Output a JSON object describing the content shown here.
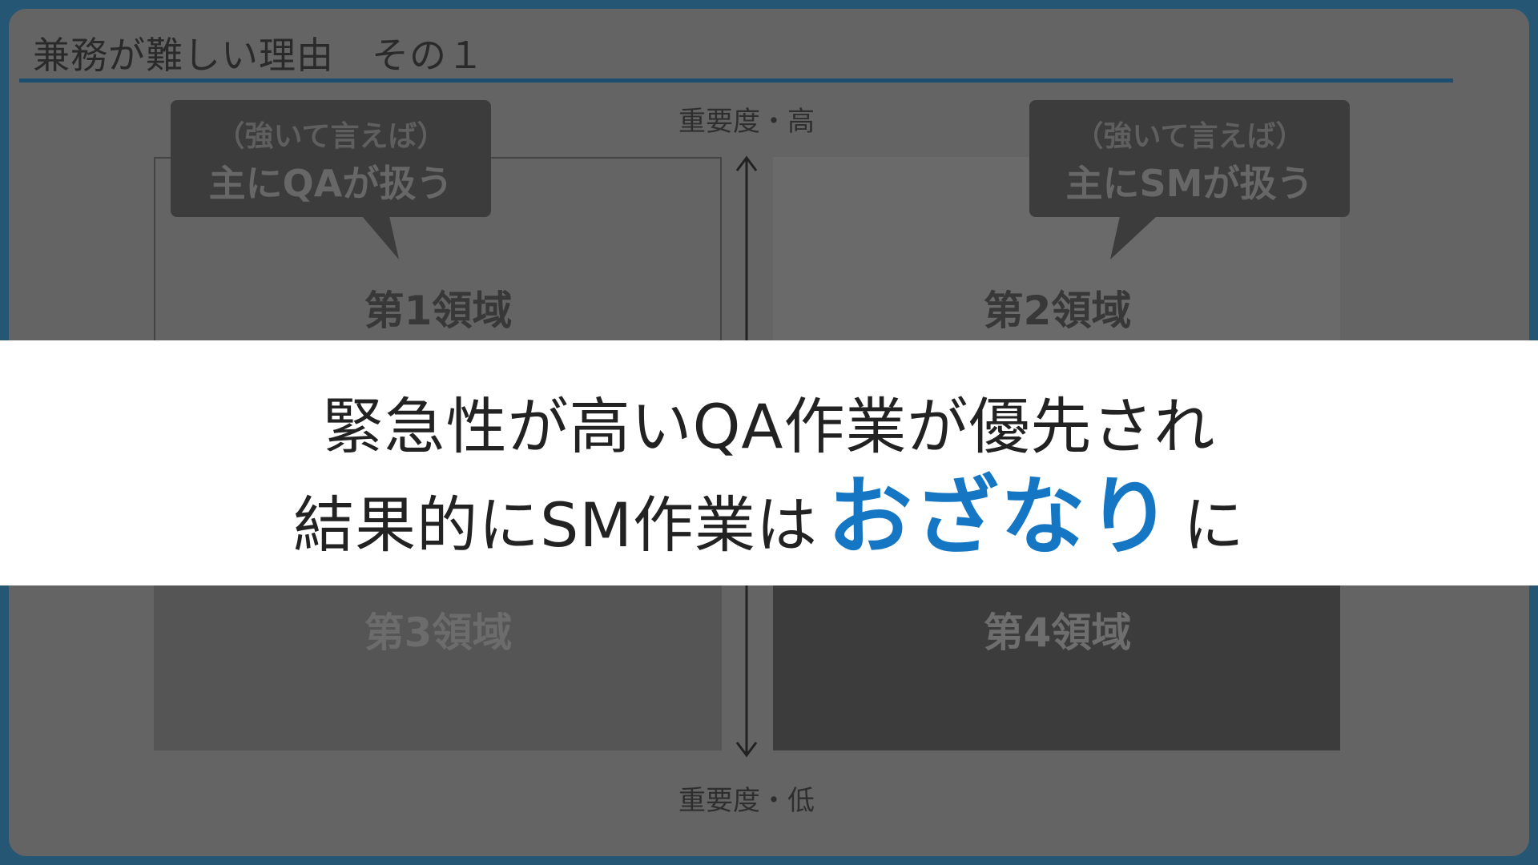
{
  "slide": {
    "title": "兼務が難しい理由　その１"
  },
  "axis": {
    "top_label": "重要度・高",
    "bottom_label": "重要度・低"
  },
  "quadrants": [
    {
      "label": "第1領域"
    },
    {
      "label": "第2領域"
    },
    {
      "label": "第3領域"
    },
    {
      "label": "第4領域"
    }
  ],
  "callouts": [
    {
      "sub": "（強いて言えば）",
      "main": "主にQAが扱う"
    },
    {
      "sub": "（強いて言えば）",
      "main": "主にSMが扱う"
    }
  ],
  "banner": {
    "line1": "緊急性が高いQA作業が優先され",
    "line2_prefix": "結果的にSM作業は",
    "line2_emphasis": "おざなり",
    "line2_suffix": "に"
  },
  "colors": {
    "background": "#255673",
    "slide": "#646464",
    "title_rule": "#1d4e6f",
    "emphasis": "#1577c4"
  },
  "icons": [
    "double-arrow-vertical-icon"
  ]
}
